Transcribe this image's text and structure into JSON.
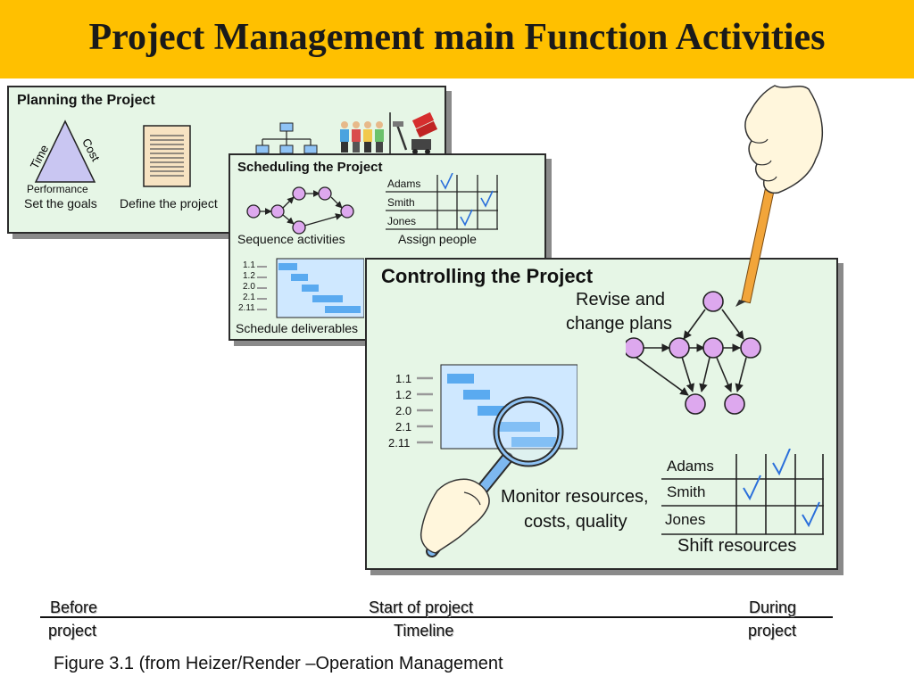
{
  "header": {
    "title": "Project Management main Function Activities"
  },
  "colors": {
    "header_bg": "#FFC000",
    "panel_bg": "#E6F6E6",
    "node_fill": "#DDA8EE",
    "bar_fill": "#5AAAF0",
    "check_color": "#2A6FDB"
  },
  "planning": {
    "title": "Planning the Project",
    "triangle_left": "Time",
    "triangle_right": "Cost",
    "triangle_bottom": "Performance",
    "goals_label": "Set the goals",
    "define_label": "Define the project"
  },
  "scheduling": {
    "title": "Scheduling the Project",
    "people": [
      "Adams",
      "Smith",
      "Jones"
    ],
    "sequence_label": "Sequence activities",
    "assign_label": "Assign people",
    "codes": [
      "1.1",
      "1.2",
      "2.0",
      "2.1",
      "2.11"
    ],
    "deliverables_label": "Schedule deliverables"
  },
  "controlling": {
    "title": "Controlling the Project",
    "revise_line1": "Revise and",
    "revise_line2": "change plans",
    "codes": [
      "1.1",
      "1.2",
      "2.0",
      "2.1",
      "2.11"
    ],
    "monitor_line1": "Monitor resources,",
    "monitor_line2": "costs, quality",
    "people": [
      "Adams",
      "Smith",
      "Jones"
    ],
    "shift_label": "Shift resources"
  },
  "timeline": {
    "before_1": "Before",
    "before_2": "project",
    "start_1": "Start of project",
    "start_2": "Timeline",
    "during_1": "During",
    "during_2": "project"
  },
  "figure_caption": "Figure 3.1 (from Heizer/Render –Operation Management"
}
